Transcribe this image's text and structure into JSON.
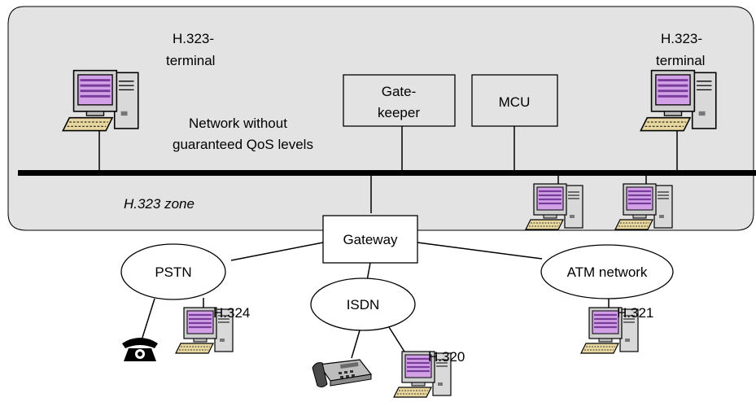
{
  "zone": {
    "label": "H.323 zone",
    "network_label_line1": "Network without",
    "network_label_line2": "guaranteed QoS levels"
  },
  "terminals": {
    "left_line1": "H.323-",
    "left_line2": "terminal",
    "right_line1": "H.323-",
    "right_line2": "terminal"
  },
  "boxes": {
    "gatekeeper_line1": "Gate-",
    "gatekeeper_line2": "keeper",
    "mcu": "MCU",
    "gateway": "Gateway"
  },
  "networks": {
    "pstn": "PSTN",
    "isdn": "ISDN",
    "atm": "ATM network"
  },
  "standards": {
    "h324": "H.324",
    "h320": "H.320",
    "h321": "H.321"
  },
  "colors": {
    "zone_fill": "#e3e3e3",
    "screen": "#d2a0e6",
    "screen_stripe": "#7a3c9a",
    "device_fill": "#d9d9d9",
    "line": "#000000"
  }
}
